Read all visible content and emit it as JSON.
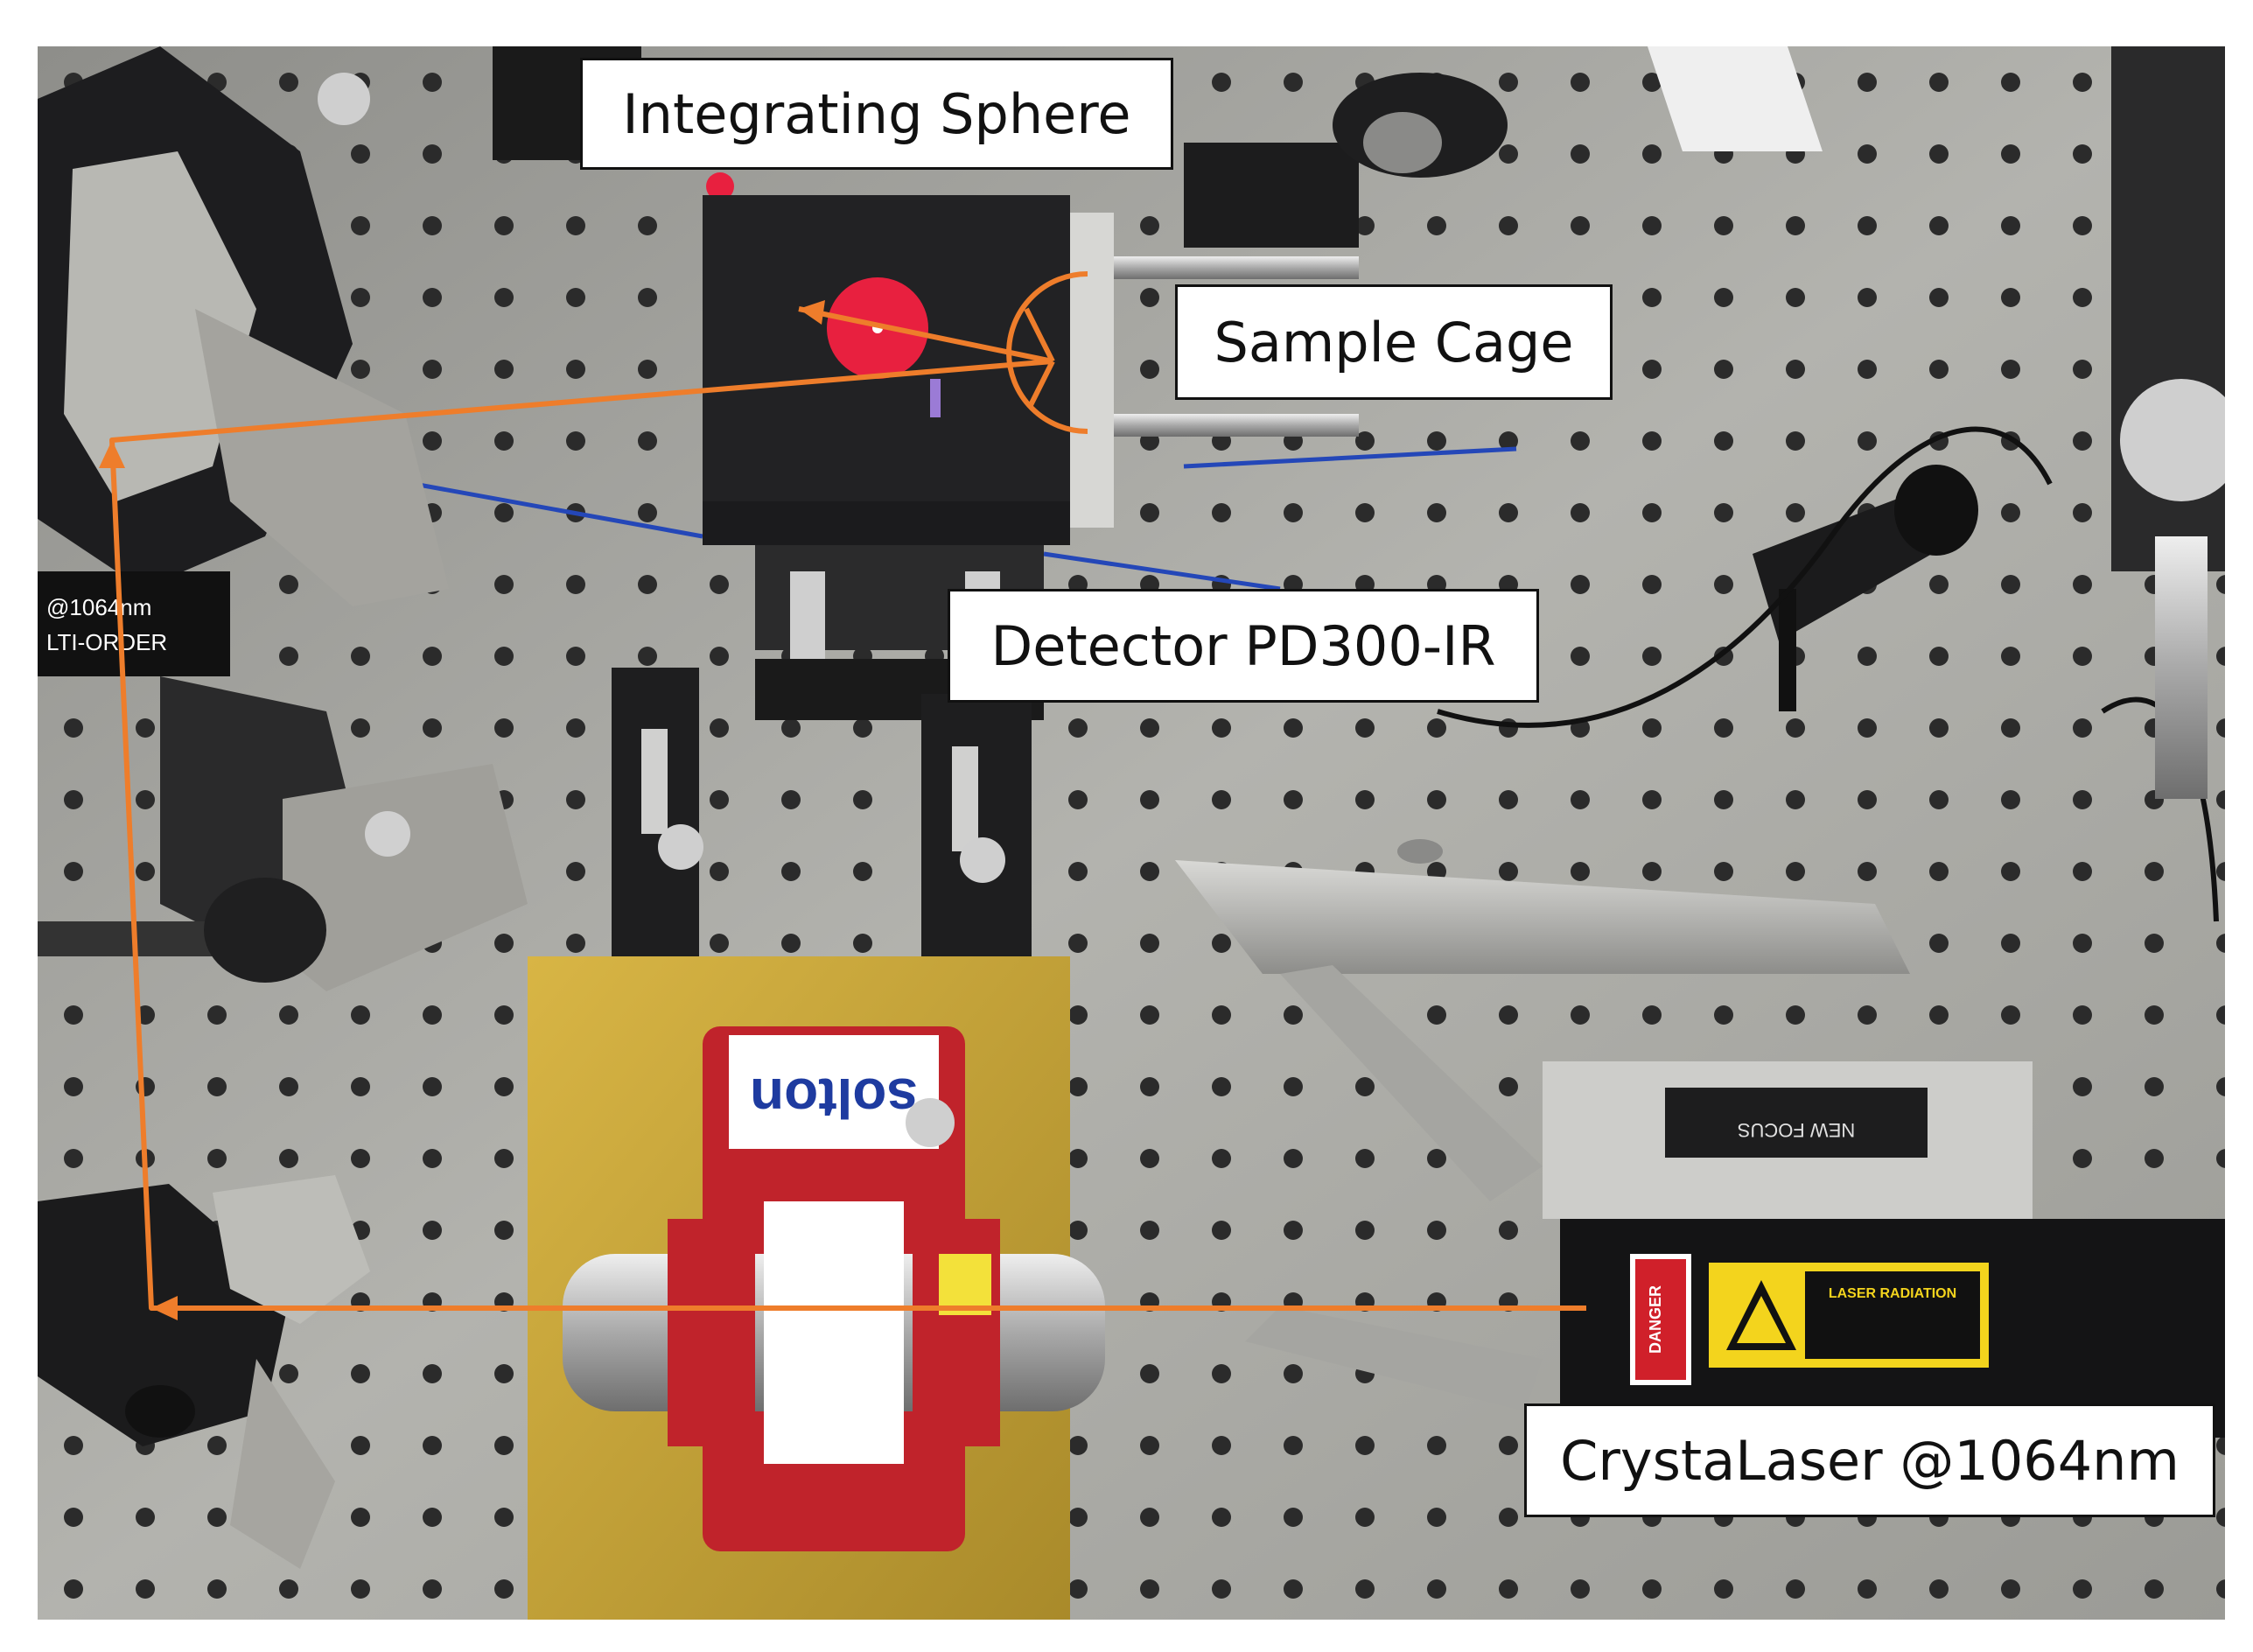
{
  "labels": {
    "integrating_sphere": "Integrating Sphere",
    "sample_cage": "Sample Cage",
    "detector": "Detector PD300-IR",
    "laser": "CrystaLaser @1064nm"
  },
  "device_text": {
    "polarizer_tag": "@1064nm",
    "polarizer_tag2": "LTI-ORDER",
    "isolator_brand": "solton",
    "laser_warning": "DANGER",
    "laser_radiation": "LASER RADIATION",
    "mount_brand": "NEW FOCUS"
  },
  "colors": {
    "beam": "#ee7d2b",
    "table": "#a9a9a4",
    "isolator_body": "#c9a53a",
    "isolator_frame": "#c0232b",
    "sphere": "#1b1b1d",
    "sphere_port": "#e8203f"
  }
}
